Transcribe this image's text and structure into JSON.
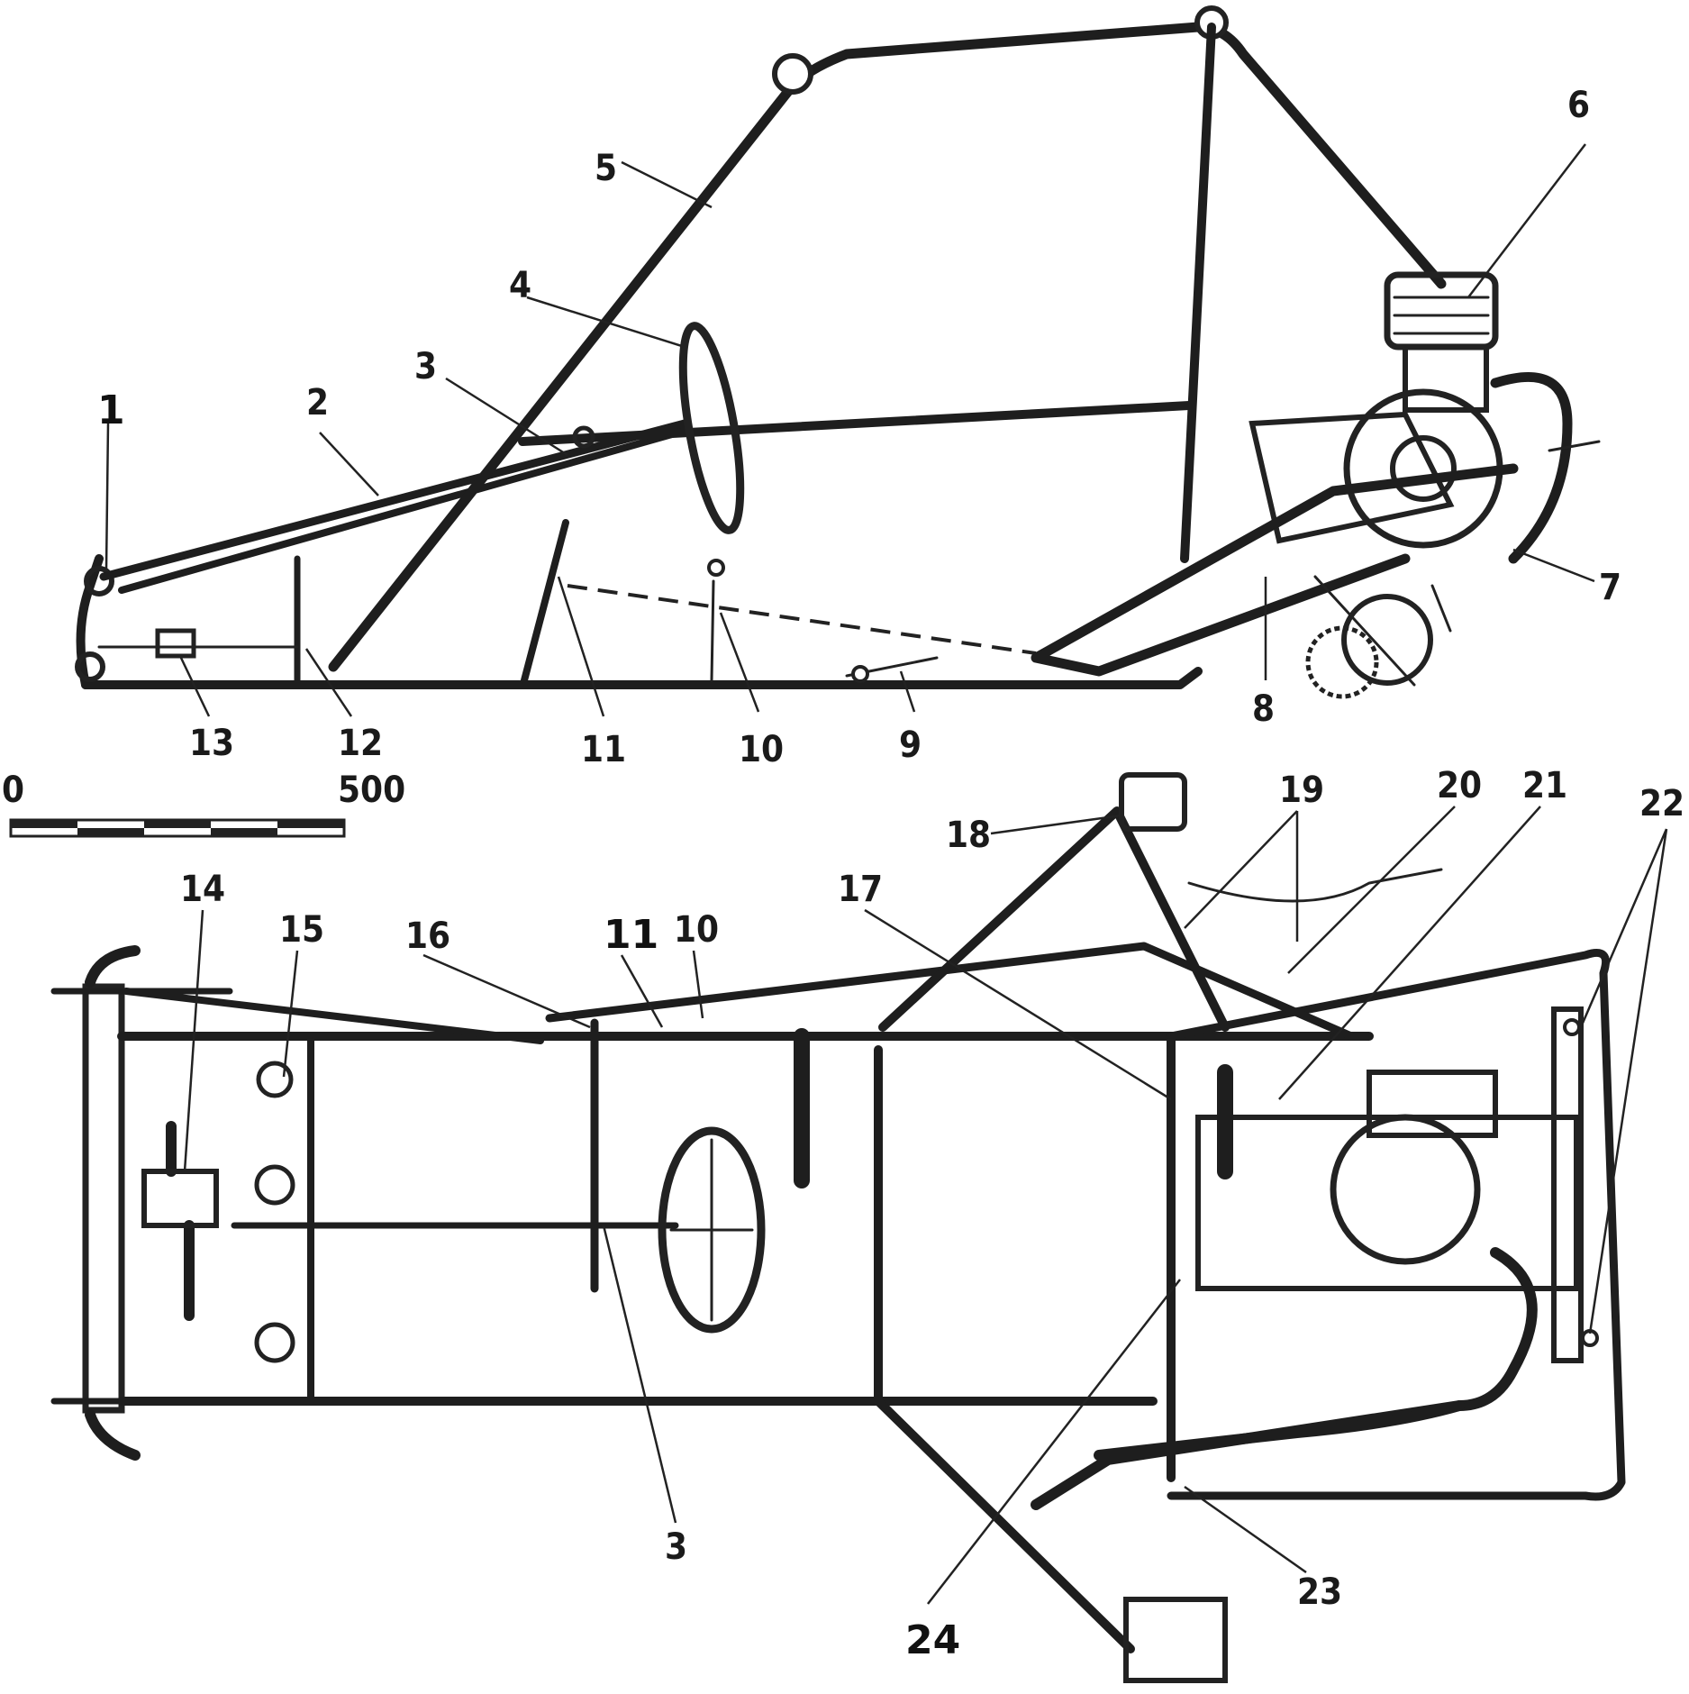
{
  "side_view": {
    "callouts": [
      "1",
      "2",
      "3",
      "4",
      "5",
      "6",
      "7",
      "8",
      "9",
      "10",
      "11",
      "12",
      "13"
    ]
  },
  "scale_bar": {
    "start": "0",
    "end": "500"
  },
  "top_view": {
    "callouts": [
      "14",
      "15",
      "16",
      "11",
      "10",
      "17",
      "18",
      "19",
      "20",
      "21",
      "22",
      "3",
      "23",
      "24"
    ]
  }
}
